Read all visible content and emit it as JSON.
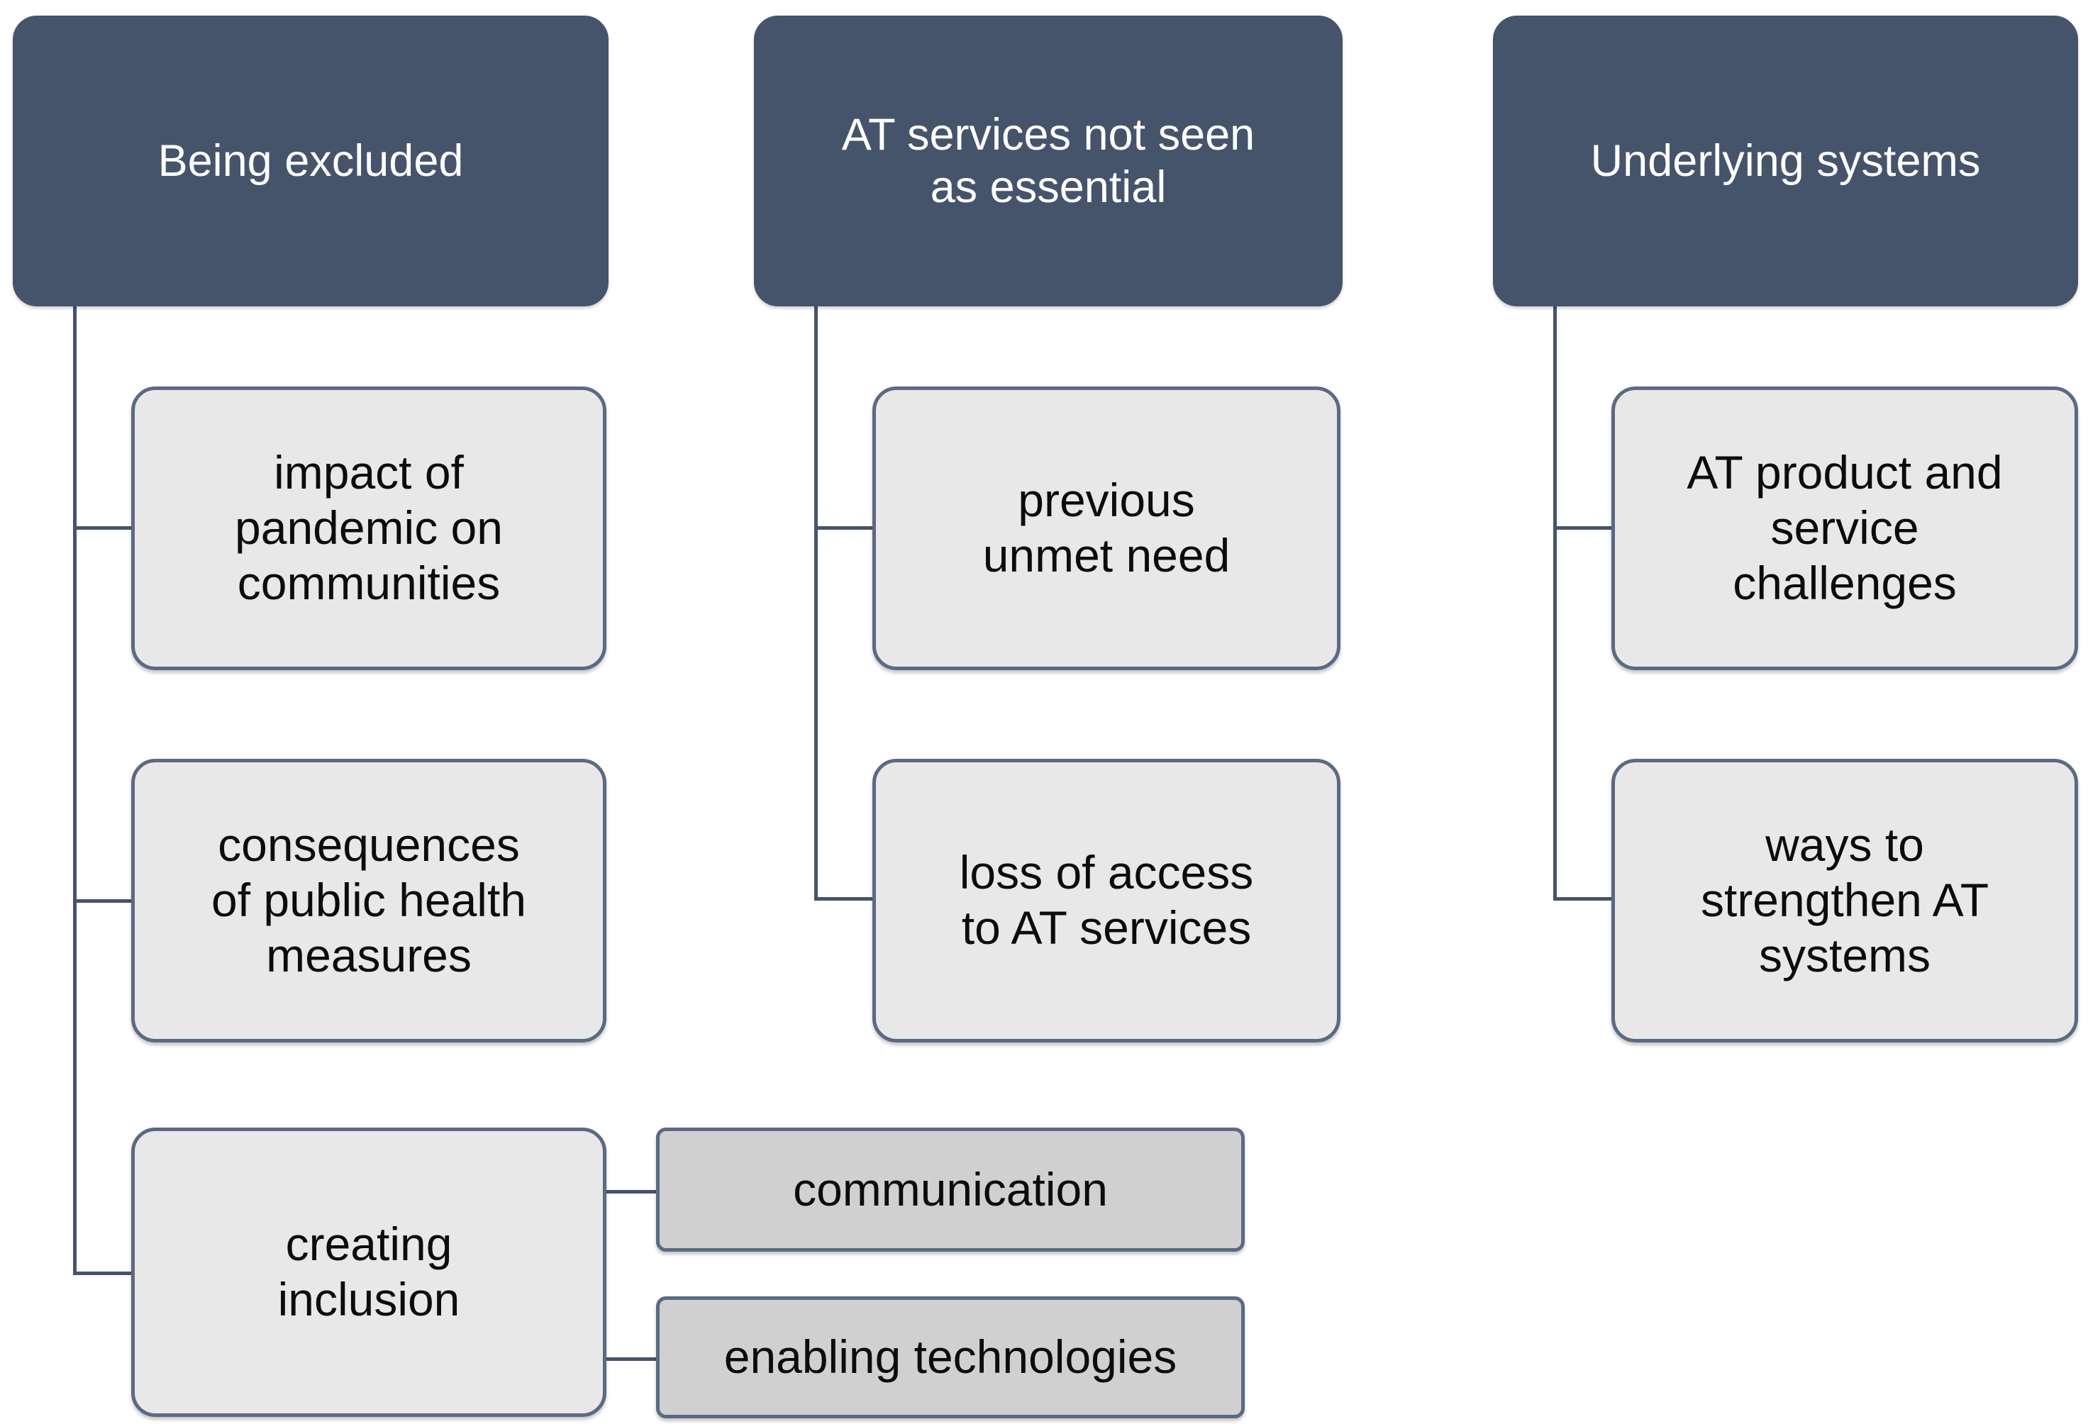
{
  "diagram": {
    "type": "hierarchical-tree",
    "title": "",
    "background_color": "#ffffff",
    "palette": {
      "theme_fill": "#46546b",
      "theme_text": "#ffffff",
      "sub_fill": "#e8e8e8",
      "leaf_fill": "#d0d0d0",
      "border": "#5a6a83",
      "connector": "#46546b",
      "body_text": "#0c0c0c"
    },
    "columns": [
      {
        "id": "being-excluded",
        "theme": {
          "label": "Being excluded"
        },
        "children": [
          {
            "id": "impact-of-pandemic-on-communities",
            "label": "impact of\npandemic on\ncommunities",
            "children": []
          },
          {
            "id": "consequences-of-public-health-measures",
            "label": "consequences\nof public health\nmeasures",
            "children": []
          },
          {
            "id": "creating-inclusion",
            "label": "creating\ninclusion",
            "children": [
              {
                "id": "communication",
                "label": "communication"
              },
              {
                "id": "enabling-technologies",
                "label": "enabling technologies"
              }
            ]
          }
        ]
      },
      {
        "id": "at-services-not-seen-as-essential",
        "theme": {
          "label": "AT services not seen\nas essential"
        },
        "children": [
          {
            "id": "previous-unmet-need",
            "label": "previous\nunmet need",
            "children": []
          },
          {
            "id": "loss-of-access-to-at-services",
            "label": "loss of access\nto AT services",
            "children": []
          }
        ]
      },
      {
        "id": "underlying-systems",
        "theme": {
          "label": "Underlying  systems"
        },
        "children": [
          {
            "id": "at-product-and-service-challenges",
            "label": "AT product and\nservice\nchallenges",
            "children": []
          },
          {
            "id": "ways-to-strengthen-at-systems",
            "label": "ways to\nstrengthen AT\nsystems",
            "children": []
          }
        ]
      }
    ]
  }
}
